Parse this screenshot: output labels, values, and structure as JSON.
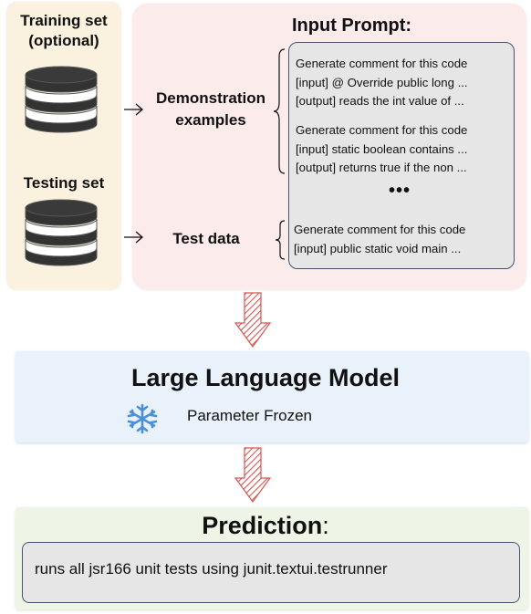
{
  "training_set": {
    "line1": "Training set",
    "line2": "(optional)"
  },
  "testing_set": {
    "label": "Testing set"
  },
  "demonstration": {
    "line1": "Demonstration",
    "line2": "examples"
  },
  "test_data": {
    "label": "Test data"
  },
  "input_prompt": {
    "title": "Input Prompt:",
    "example1": [
      "Generate comment  for this code",
      "[input] @ Override public long ...",
      "[output] reads the int value of ..."
    ],
    "example2": [
      "Generate comment  for this code",
      "[input] static boolean contains ...",
      "[output] returns true if the non ..."
    ],
    "ellipsis": "•••",
    "test_example": [
      "Generate comment  for this code",
      "[input] public static void main  ..."
    ]
  },
  "llm": {
    "title": "Large Language Model",
    "subtitle": "Parameter Frozen",
    "icon": "snowflake-icon"
  },
  "prediction": {
    "title": "Prediction",
    "title_colon": ":",
    "output": "runs all jsr166 unit tests using junit.textui.testrunner"
  },
  "colors": {
    "left_panel": "#fbf1df",
    "prompt_panel": "#fcebeb",
    "llm_panel": "#e9f1fb",
    "prediction_panel": "#eef5e6",
    "flow_arrow": "#d9534f",
    "snowflake": "#4a90d9"
  }
}
